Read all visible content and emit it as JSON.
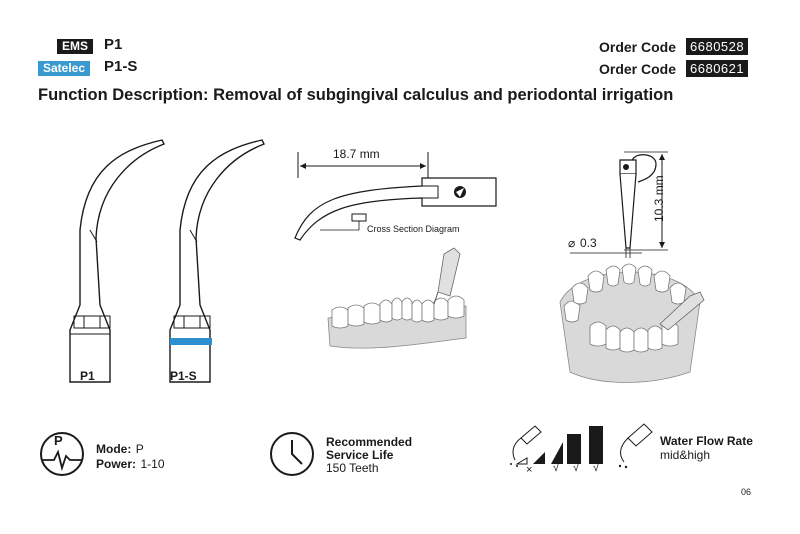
{
  "header": {
    "brands": [
      {
        "badge": "EMS",
        "model": "P1",
        "order_label": "Order Code",
        "order_code": "6680528"
      },
      {
        "badge": "Satelec",
        "model": "P1-S",
        "order_label": "Order Code",
        "order_code": "6680621"
      }
    ],
    "title": "Function Description: Removal of subgingival calculus and periodontal irrigation"
  },
  "tips": [
    {
      "label": "P1"
    },
    {
      "label": "P1-S"
    }
  ],
  "diagram": {
    "length": "18.7 mm",
    "cross_section_label": "Cross Section Diagram",
    "height": "10.3 mm",
    "diameter": "0.3"
  },
  "features": {
    "mode_label": "Mode:",
    "mode_value": "P",
    "power_label": "Power:",
    "power_value": "1-10",
    "mode_icon_letter": "P",
    "life_title_1": "Recommended",
    "life_title_2": "Service Life",
    "life_value": "150 Teeth",
    "water_title": "Water Flow Rate",
    "water_value": "mid&high",
    "flow_marks": [
      "×",
      "√",
      "√",
      "√"
    ]
  },
  "page_number": "06",
  "colors": {
    "ems_badge": "#1a1a1a",
    "satelec_badge": "#3a9ad0",
    "ring": "#2b8fd0"
  }
}
